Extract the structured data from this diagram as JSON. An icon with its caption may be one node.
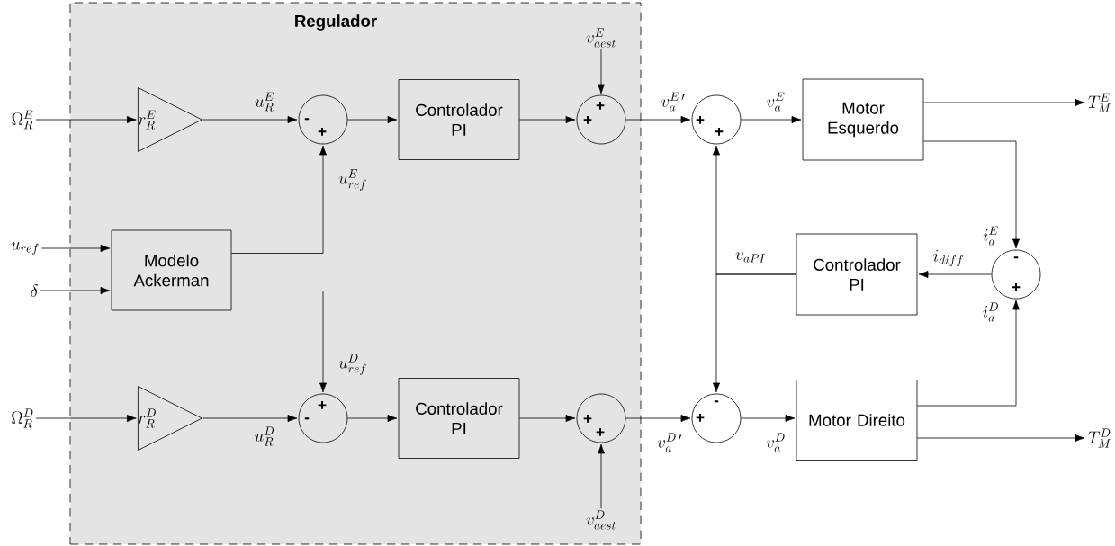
{
  "diagram": {
    "nodes": [
      {
        "text": [
          "Regulador"
        ]
      },
      {
        "text": [
          "\\Omega_{R}^{E}"
        ]
      },
      {
        "text": [
          "r_{R}^{E}"
        ],
        "in": 0
      },
      {
        "text": [
          "-",
          "+"
        ],
        "in": 0
      },
      {
        "text": [
          "Controlador PI"
        ],
        "in": 0
      },
      {
        "text": [
          "+",
          "+"
        ],
        "in": 0
      },
      {
        "text": [
          "v_{aest}^{E}"
        ],
        "in": 0
      },
      {
        "text": [
          "u_{ref}"
        ]
      },
      {
        "text": [
          "\\delta"
        ]
      },
      {
        "text": [
          "Modelo Ackerman"
        ],
        "in": 0
      },
      {
        "text": [
          "\\Omega_{R}^{D}"
        ]
      },
      {
        "text": [
          "r_{R}^{D}"
        ],
        "in": 0
      },
      {
        "text": [
          "+",
          "-"
        ],
        "in": 0
      },
      {
        "text": [
          "Controlador PI"
        ],
        "in": 0
      },
      {
        "text": [
          "+",
          "+"
        ],
        "in": 0
      },
      {
        "text": [
          "v_{aest}^{D}"
        ],
        "in": 0
      },
      {
        "text": [
          "+",
          "+"
        ]
      },
      {
        "text": [
          "Motor Esquerdo"
        ]
      },
      {
        "text": [
          "Controlador PI"
        ]
      },
      {
        "text": [
          "-",
          "+"
        ]
      },
      {
        "text": [
          "T_{M}^{E}"
        ]
      },
      {
        "text": [
          "-",
          "+"
        ]
      },
      {
        "text": [
          "Motor Direito"
        ]
      },
      {
        "text": [
          "T_{M}^{D}"
        ]
      }
    ],
    "edges": [
      {
        "from": 1,
        "to": 2,
        "arrow": "to"
      },
      {
        "from": 2,
        "to": 3,
        "arrow": "to",
        "label": "u_{R}^{E}"
      },
      {
        "from": 3,
        "to": 4,
        "arrow": "to"
      },
      {
        "from": 4,
        "to": 5,
        "arrow": "to"
      },
      {
        "from": 6,
        "to": 5,
        "arrow": "to"
      },
      {
        "from": 5,
        "to": 16,
        "arrow": "to",
        "label": "v_{a}^{E\\,\\prime}"
      },
      {
        "from": 16,
        "to": 17,
        "arrow": "to",
        "label": "v_{a}^{E}"
      },
      {
        "from": 17,
        "to": 20,
        "arrow": "to"
      },
      {
        "from": 17,
        "to": 19,
        "arrow": "to",
        "label": "i_{a}^{E}"
      },
      {
        "from": 22,
        "to": 19,
        "arrow": "to",
        "label": "i_{a}^{D}"
      },
      {
        "from": 19,
        "to": 18,
        "arrow": "to",
        "label": "i_{diff}"
      },
      {
        "from": 18,
        "to": 16,
        "arrow": "to",
        "label": "v_{aPI}"
      },
      {
        "from": 18,
        "to": 21,
        "arrow": "to"
      },
      {
        "from": 7,
        "to": 9,
        "arrow": "to"
      },
      {
        "from": 8,
        "to": 9,
        "arrow": "to"
      },
      {
        "from": 9,
        "to": 3,
        "arrow": "to",
        "label": "u_{ref}^{E}"
      },
      {
        "from": 9,
        "to": 12,
        "arrow": "to",
        "label": "u_{ref}^{D}"
      },
      {
        "from": 10,
        "to": 11,
        "arrow": "to"
      },
      {
        "from": 11,
        "to": 12,
        "arrow": "to",
        "label": "u_{R}^{D}"
      },
      {
        "from": 12,
        "to": 13,
        "arrow": "to"
      },
      {
        "from": 13,
        "to": 14,
        "arrow": "to"
      },
      {
        "from": 15,
        "to": 14,
        "arrow": "to"
      },
      {
        "from": 14,
        "to": 21,
        "arrow": "to",
        "label": "v_{a}^{D\\,\\prime}"
      },
      {
        "from": 21,
        "to": 22,
        "arrow": "to",
        "label": "v_{a}^{D}"
      },
      {
        "from": 22,
        "to": 23,
        "arrow": "to"
      }
    ]
  }
}
